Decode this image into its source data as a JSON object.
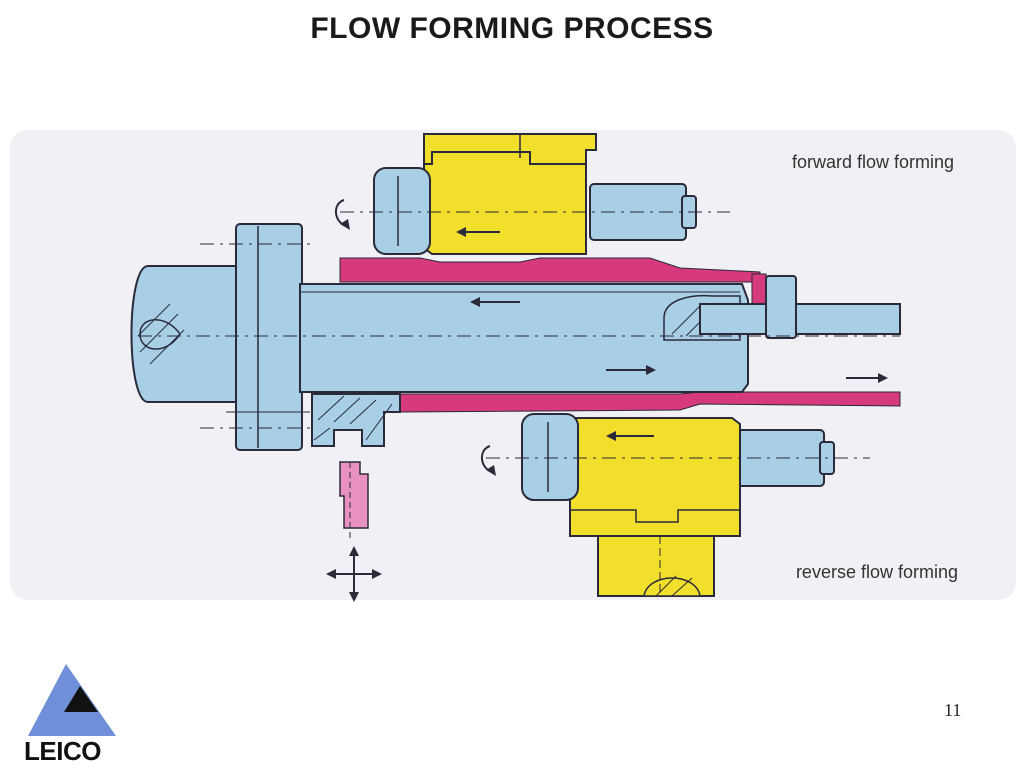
{
  "slide": {
    "title": "FLOW FORMING PROCESS",
    "page_number": "11"
  },
  "diagram": {
    "label_forward": "forward flow forming",
    "label_reverse": "reverse flow forming",
    "colors": {
      "panel": "#f1f0f4",
      "mandrel": "#a9cfe6",
      "roller_housing": "#f2df2c",
      "workpiece": "#d63a7d",
      "tool_pink": "#e890c0",
      "outline": "#2a2a3a"
    },
    "icons": [
      "rotation-arrow-icon",
      "feed-arrow-icon",
      "crosshair-arrows-icon"
    ]
  },
  "logo": {
    "text": "LEICO",
    "colors": {
      "triangle_outer": "#6f8fd8",
      "triangle_inner": "#111111"
    }
  }
}
